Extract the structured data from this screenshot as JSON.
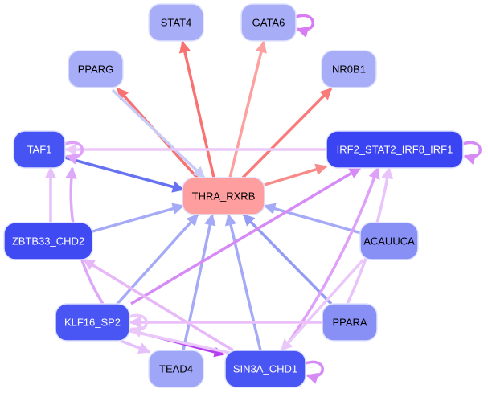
{
  "diagram": {
    "type": "gene-regulatory-network",
    "nodes": [
      {
        "id": "STAT4",
        "label": "STAT4",
        "fill": "#a8adf7",
        "text": "#000000"
      },
      {
        "id": "GATA6",
        "label": "GATA6",
        "fill": "#a8adf7",
        "text": "#000000"
      },
      {
        "id": "PPARG",
        "label": "PPARG",
        "fill": "#a8adf7",
        "text": "#000000"
      },
      {
        "id": "NR0B1",
        "label": "NR0B1",
        "fill": "#a8adf7",
        "text": "#000000"
      },
      {
        "id": "TAF1",
        "label": "TAF1",
        "fill": "#4654f4",
        "text": "#ffffff"
      },
      {
        "id": "IRF2_STAT2_IRF8_IRF1",
        "label": "IRF2_STAT2_IRF8_IRF1",
        "fill": "#3a44f2",
        "text": "#ffffff"
      },
      {
        "id": "THRA_RXRB",
        "label": "THRA_RXRB",
        "fill": "#ff9e9e",
        "text": "#000000"
      },
      {
        "id": "ZBTB33_CHD2",
        "label": "ZBTB33_CHD2",
        "fill": "#3f4af3",
        "text": "#ffffff"
      },
      {
        "id": "ACAUUCA",
        "label": "ACAUUCA",
        "fill": "#8890f6",
        "text": "#000000"
      },
      {
        "id": "KLF16_SP2",
        "label": "KLF16_SP2",
        "fill": "#4a56f4",
        "text": "#ffffff"
      },
      {
        "id": "PPARA",
        "label": "PPARA",
        "fill": "#8890f6",
        "text": "#000000"
      },
      {
        "id": "TEAD4",
        "label": "TEAD4",
        "fill": "#a0a6f7",
        "text": "#000000"
      },
      {
        "id": "SIN3A_CHD1",
        "label": "SIN3A_CHD1",
        "fill": "#4a56f4",
        "text": "#ffffff"
      }
    ],
    "edges": [
      {
        "source": "THRA_RXRB",
        "target": "STAT4",
        "color": "#f87272"
      },
      {
        "source": "THRA_RXRB",
        "target": "GATA6",
        "color": "#fca0a0"
      },
      {
        "source": "THRA_RXRB",
        "target": "PPARG",
        "color": "#f87272"
      },
      {
        "source": "PPARG",
        "target": "THRA_RXRB",
        "color": "#c8ccf6"
      },
      {
        "source": "THRA_RXRB",
        "target": "NR0B1",
        "color": "#f87a7a"
      },
      {
        "source": "THRA_RXRB",
        "target": "IRF2_STAT2_IRF8_IRF1",
        "color": "#f88a8a"
      },
      {
        "source": "TAF1",
        "target": "THRA_RXRB",
        "color": "#6672f2"
      },
      {
        "source": "ZBTB33_CHD2",
        "target": "THRA_RXRB",
        "color": "#a4aaf6"
      },
      {
        "source": "KLF16_SP2",
        "target": "THRA_RXRB",
        "color": "#a4aaf6"
      },
      {
        "source": "TEAD4",
        "target": "THRA_RXRB",
        "color": "#a4aaf6"
      },
      {
        "source": "SIN3A_CHD1",
        "target": "THRA_RXRB",
        "color": "#a4aaf6"
      },
      {
        "source": "PPARA",
        "target": "THRA_RXRB",
        "color": "#959cf4"
      },
      {
        "source": "ACAUUCA",
        "target": "THRA_RXRB",
        "color": "#a4aaf6"
      },
      {
        "source": "IRF2_STAT2_IRF8_IRF1",
        "target": "TAF1",
        "color": "#ebc8f8"
      },
      {
        "source": "ZBTB33_CHD2",
        "target": "TAF1",
        "color": "#e6c0fa"
      },
      {
        "source": "KLF16_SP2",
        "target": "TAF1",
        "color": "#dea8f8"
      },
      {
        "source": "KLF16_SP2",
        "target": "IRF2_STAT2_IRF8_IRF1",
        "color": "#d68af5"
      },
      {
        "source": "SIN3A_CHD1",
        "target": "IRF2_STAT2_IRF8_IRF1",
        "color": "#dea0f8"
      },
      {
        "source": "PPARA",
        "target": "IRF2_STAT2_IRF8_IRF1",
        "color": "#e8c4fa"
      },
      {
        "source": "ACAUUCA",
        "target": "SIN3A_CHD1",
        "color": "#ebc8fa"
      },
      {
        "source": "SIN3A_CHD1",
        "target": "ZBTB33_CHD2",
        "color": "#e6b8f8"
      },
      {
        "source": "PPARA",
        "target": "KLF16_SP2",
        "color": "#ebc0fa"
      },
      {
        "source": "KLF16_SP2",
        "target": "SIN3A_CHD1",
        "color": "#b43ef0"
      },
      {
        "source": "SIN3A_CHD1",
        "target": "KLF16_SP2",
        "color": "#ebc8fa"
      },
      {
        "source": "KLF16_SP2",
        "target": "TEAD4",
        "color": "#e6c0fa"
      },
      {
        "source": "GATA6",
        "target": "GATA6",
        "color": "#d87cf4"
      },
      {
        "source": "TAF1",
        "target": "TAF1",
        "color": "#dea0f8"
      },
      {
        "source": "IRF2_STAT2_IRF8_IRF1",
        "target": "IRF2_STAT2_IRF8_IRF1",
        "color": "#d68af5"
      },
      {
        "source": "KLF16_SP2",
        "target": "KLF16_SP2",
        "color": "#ebc8fa"
      },
      {
        "source": "SIN3A_CHD1",
        "target": "SIN3A_CHD1",
        "color": "#d68af5"
      }
    ]
  }
}
